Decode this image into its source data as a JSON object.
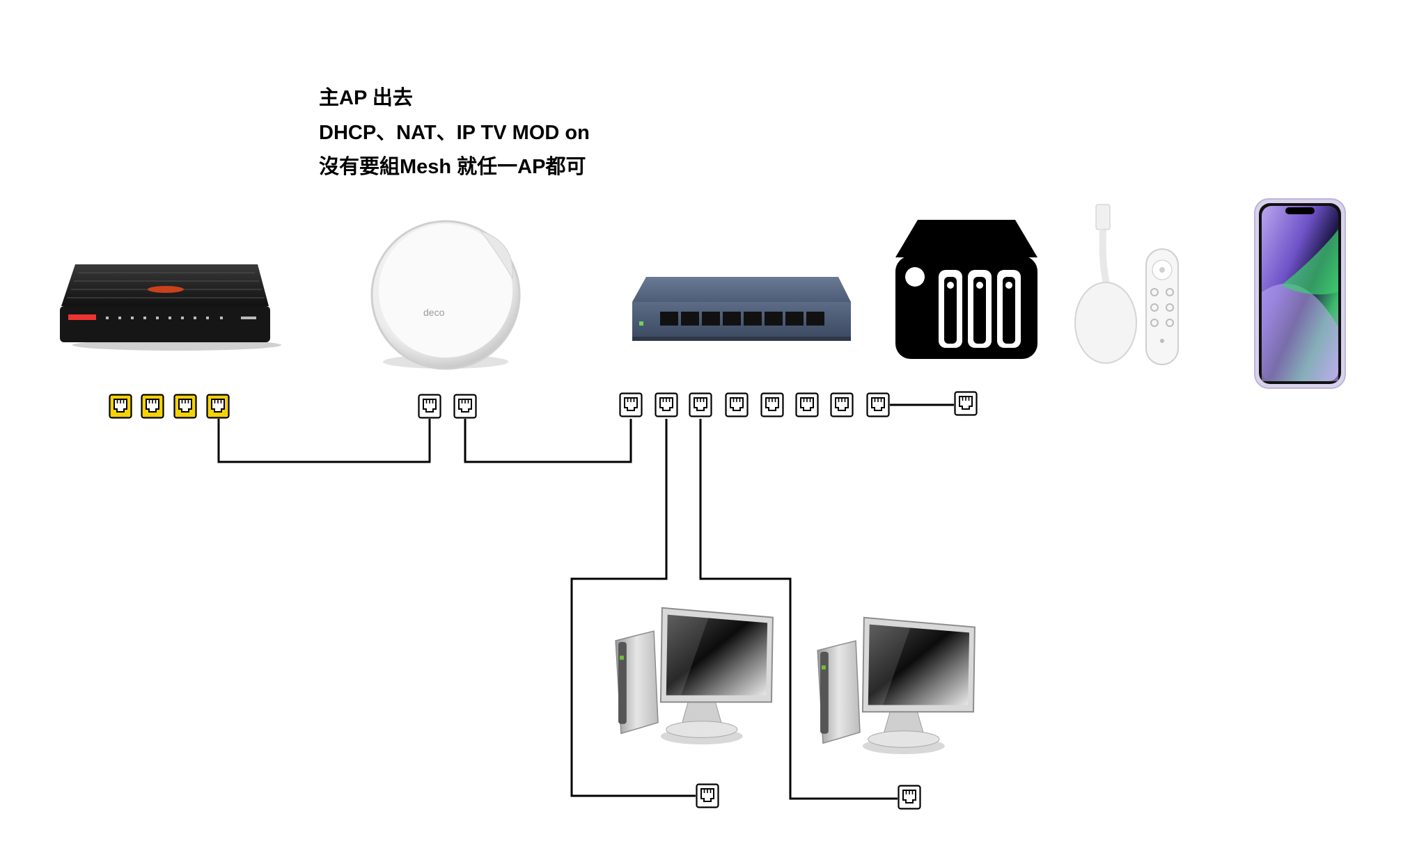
{
  "note": {
    "lines": [
      "主AP 出去",
      "DHCP、NAT、IP TV MOD  on",
      "沒有要組Mesh 就任一AP都可"
    ]
  },
  "devices": [
    {
      "name": "isp-modem",
      "icon": "modem-router-icon"
    },
    {
      "name": "main-ap",
      "icon": "mesh-ap-icon"
    },
    {
      "name": "network-switch",
      "icon": "ethernet-switch-icon"
    },
    {
      "name": "nas",
      "icon": "nas-icon"
    },
    {
      "name": "streaming-dongle",
      "icon": "tv-dongle-remote-icon"
    },
    {
      "name": "smartphone",
      "icon": "smartphone-icon"
    },
    {
      "name": "desktop-pc-1",
      "icon": "desktop-computer-icon"
    },
    {
      "name": "desktop-pc-2",
      "icon": "desktop-computer-icon"
    }
  ],
  "ports": {
    "modem": {
      "count": 4,
      "color": "#f5d20a"
    },
    "ap": {
      "count": 2,
      "color": "#ffffff"
    },
    "switch": {
      "count": 8,
      "color": "#ffffff"
    },
    "nas": {
      "count": 1,
      "color": "#ffffff"
    },
    "pc": {
      "count": 2,
      "color": "#ffffff"
    }
  },
  "colors": {
    "line": "#000000",
    "switch_body": "#4a5a74",
    "phone_wallpaper": "#7a5bd0"
  }
}
